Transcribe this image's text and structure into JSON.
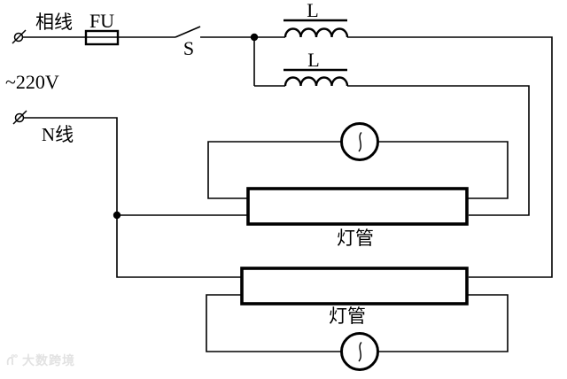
{
  "diagram": {
    "labels": {
      "phase_line": "相线",
      "fuse": "FU",
      "switch": "S",
      "voltage": "~220V",
      "neutral_line": "N线",
      "ballast_top": "L",
      "ballast_bottom": "L",
      "lamp_top": "灯管",
      "lamp_bottom": "灯管"
    },
    "watermark": {
      "text": "大数跨境"
    },
    "colors": {
      "line": "#000000",
      "background": "#ffffff",
      "watermark": "#e2e2e2"
    }
  }
}
